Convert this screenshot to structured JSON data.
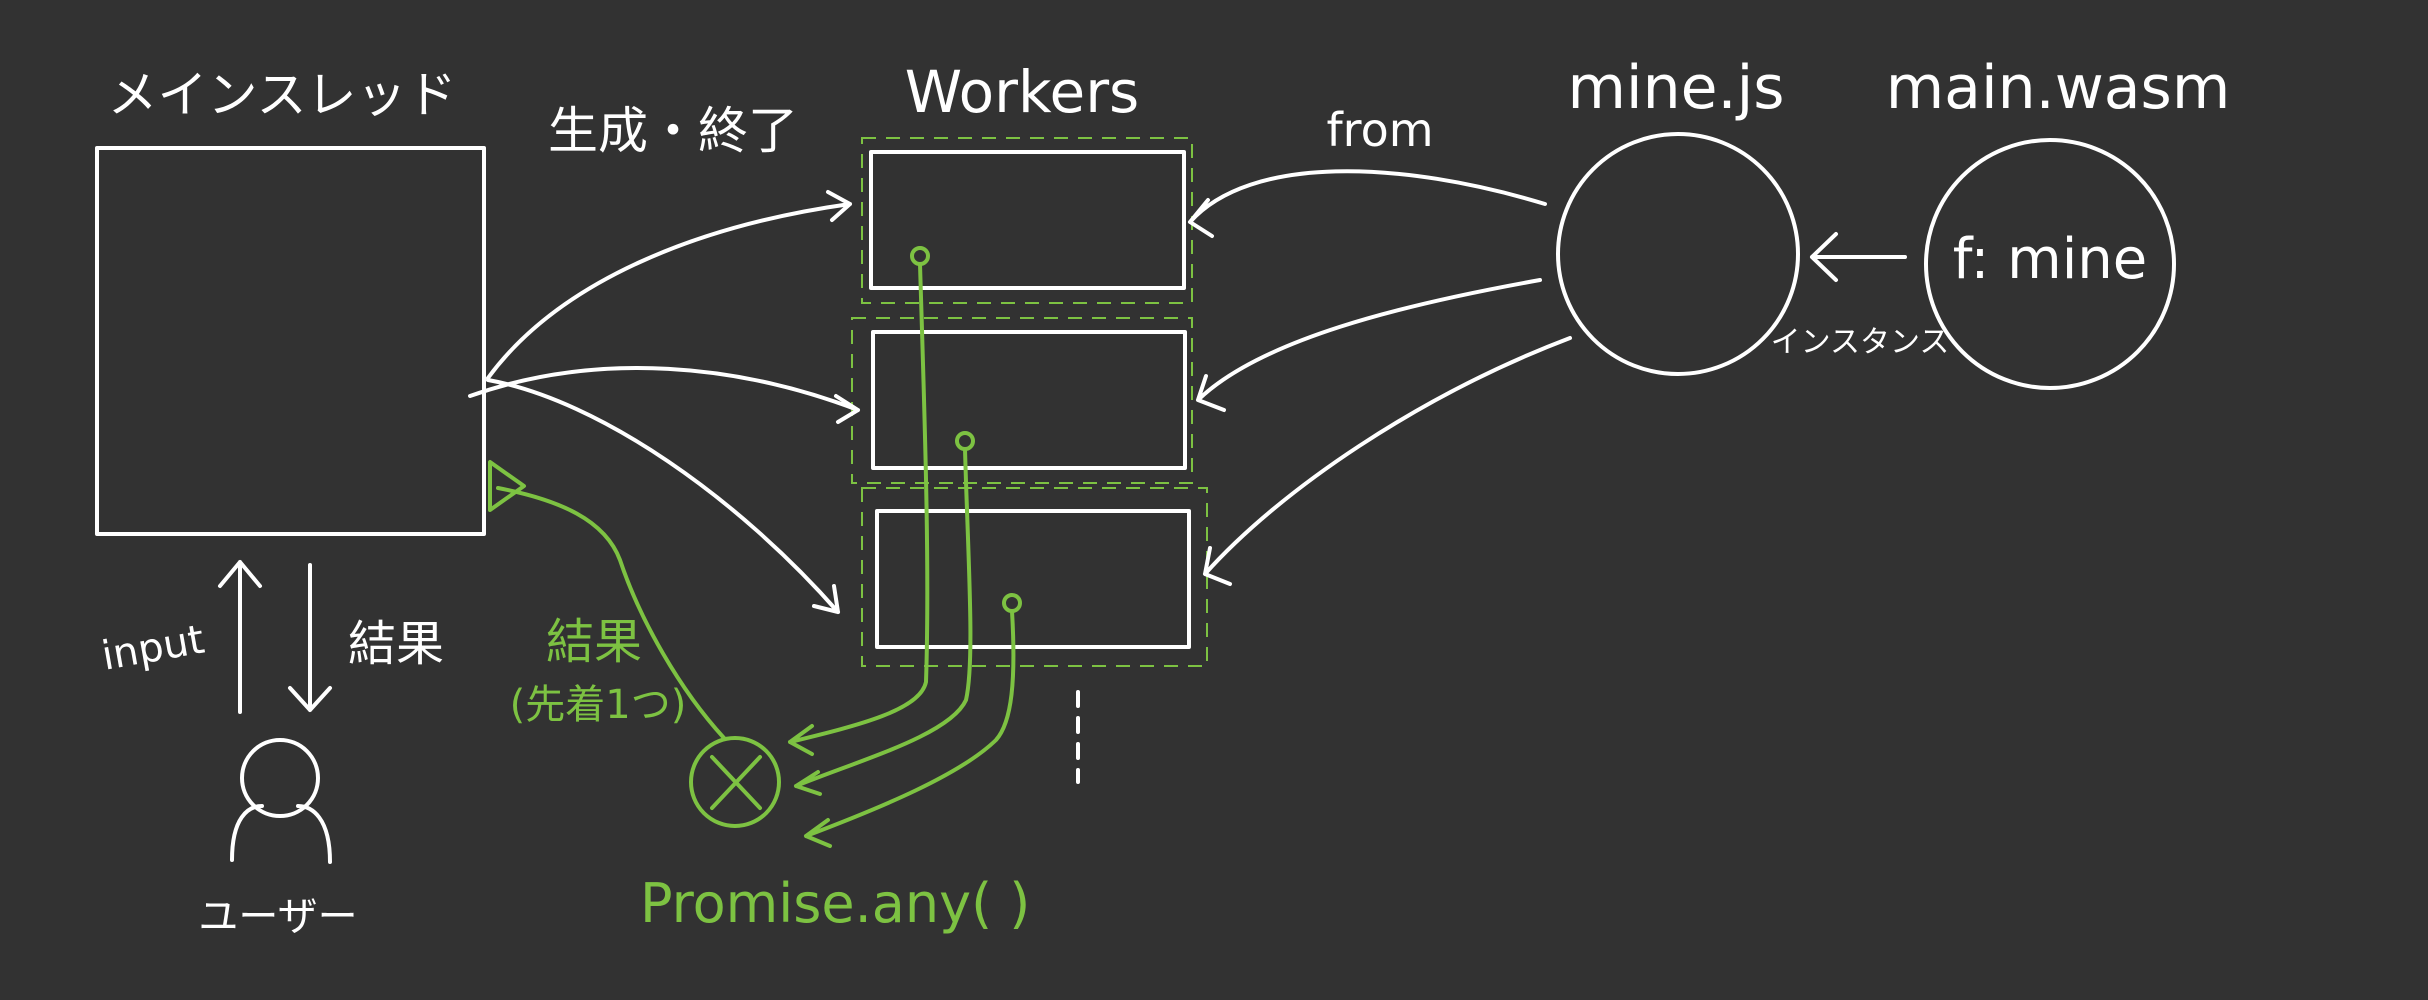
{
  "labels": {
    "main_thread": "メインスレッド",
    "create_terminate": "生成・終了",
    "workers": "Workers",
    "mine_js": "mine.js",
    "main_wasm": "main.wasm",
    "from": "from",
    "f_mine": "f: mine",
    "instance": "インスタンス",
    "input": "input",
    "result": "結果",
    "user": "ユーザー",
    "result_green": "結果",
    "first_one": "(先着1つ)",
    "promise_any": "Promise.any(   )"
  },
  "colors": {
    "background": "#323232",
    "line": "#ffffff",
    "accent": "#7dc242"
  }
}
